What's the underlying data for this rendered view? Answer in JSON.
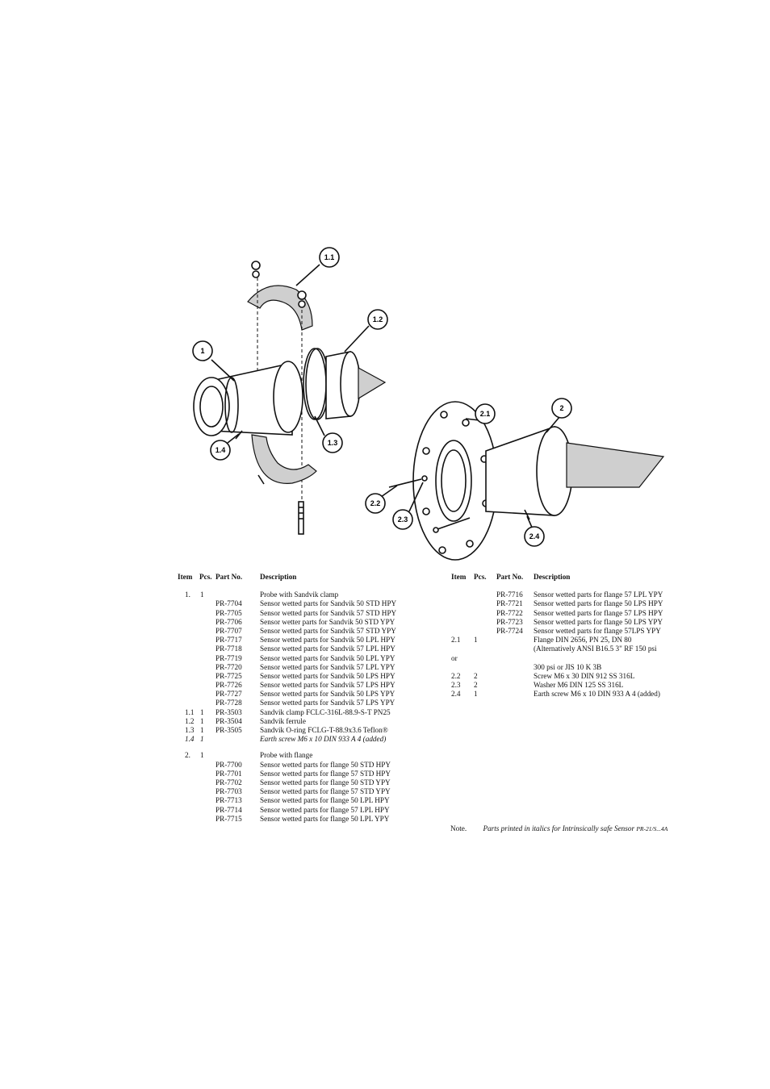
{
  "callouts": [
    "1",
    "1.1",
    "1.2",
    "1.3",
    "1.4",
    "2",
    "2.1",
    "2.2",
    "2.3",
    "2.4"
  ],
  "headers": {
    "item": "Item",
    "pcs": "Pcs.",
    "part": "Part No.",
    "description": "Description"
  },
  "left_rows": [
    {
      "item": "1.",
      "pcs": "1",
      "part": "",
      "desc": "Probe with Sandvik clamp",
      "italic": false
    },
    {
      "item": "",
      "pcs": "",
      "part": "PR-7704",
      "desc": "Sensor wetted parts for Sandvik 50 STD HPY",
      "italic": false
    },
    {
      "item": "",
      "pcs": "",
      "part": "PR-7705",
      "desc": "Sensor wetted parts for Sandvik 57 STD HPY",
      "italic": false
    },
    {
      "item": "",
      "pcs": "",
      "part": "PR-7706",
      "desc": "Sensor wetter parts for Sandvik 50 STD YPY",
      "italic": false
    },
    {
      "item": "",
      "pcs": "",
      "part": "PR-7707",
      "desc": "Sensor wetted parts for Sandvik 57 STD YPY",
      "italic": false
    },
    {
      "item": "",
      "pcs": "",
      "part": "PR-7717",
      "desc": "Sensor wetted parts for Sandvik 50 LPL HPY",
      "italic": false
    },
    {
      "item": "",
      "pcs": "",
      "part": "PR-7718",
      "desc": "Sensor wetted parts for Sandvik 57 LPL HPY",
      "italic": false
    },
    {
      "item": "",
      "pcs": "",
      "part": "PR-7719",
      "desc": "Sensor wetted parts for Sandvik 50 LPL YPY",
      "italic": false
    },
    {
      "item": "",
      "pcs": "",
      "part": "PR-7720",
      "desc": "Sensor wetted parts for Sandvik 57 LPL YPY",
      "italic": false
    },
    {
      "item": "",
      "pcs": "",
      "part": "PR-7725",
      "desc": "Sensor wetted parts for Sandvik 50 LPS HPY",
      "italic": false
    },
    {
      "item": "",
      "pcs": "",
      "part": "PR-7726",
      "desc": "Sensor wetted parts for Sandvik 57 LPS HPY",
      "italic": false
    },
    {
      "item": "",
      "pcs": "",
      "part": "PR-7727",
      "desc": "Sensor wetted parts for Sandvik 50 LPS YPY",
      "italic": false
    },
    {
      "item": "",
      "pcs": "",
      "part": "PR-7728",
      "desc": "Sensor wetted parts for Sandvik 57 LPS YPY",
      "italic": false
    },
    {
      "item": "1.1",
      "pcs": "1",
      "part": "PR-3503",
      "desc": "Sandvik clamp FCLC-316L-88.9-S-T PN25",
      "italic": false
    },
    {
      "item": "1.2",
      "pcs": "1",
      "part": "PR-3504",
      "desc": "Sandvik ferrule",
      "italic": false
    },
    {
      "item": "1.3",
      "pcs": "1",
      "part": "PR-3505",
      "desc": "Sandvik O-ring FCLG-T-88.9x3.6 Teflon®",
      "italic": false
    },
    {
      "item": "1.4",
      "pcs": "1",
      "part": "",
      "desc": "Earth screw M6 x 10 DIN 933 A 4 (added)",
      "italic": true
    },
    {
      "gap": true
    },
    {
      "item": "2.",
      "pcs": "1",
      "part": "",
      "desc": "Probe with flange",
      "italic": false
    },
    {
      "item": "",
      "pcs": "",
      "part": "PR-7700",
      "desc": "Sensor wetted parts for flange 50 STD HPY",
      "italic": false
    },
    {
      "item": "",
      "pcs": "",
      "part": "PR-7701",
      "desc": "Sensor wetted parts for flange 57 STD HPY",
      "italic": false
    },
    {
      "item": "",
      "pcs": "",
      "part": "PR-7702",
      "desc": "Sensor wetted parts for flange 50 STD YPY",
      "italic": false
    },
    {
      "item": "",
      "pcs": "",
      "part": "PR-7703",
      "desc": "Sensor wetted parts for flange 57 STD YPY",
      "italic": false
    },
    {
      "item": "",
      "pcs": "",
      "part": "PR-7713",
      "desc": "Sensor wetted parts for flange 50 LPL HPY",
      "italic": false
    },
    {
      "item": "",
      "pcs": "",
      "part": "PR-7714",
      "desc": "Sensor wetted parts for flange 57 LPL HPY",
      "italic": false
    },
    {
      "item": "",
      "pcs": "",
      "part": "PR-7715",
      "desc": "Sensor wetted parts for flange 50 LPL YPY",
      "italic": false
    }
  ],
  "right_rows": [
    {
      "item": "",
      "pcs": "",
      "part": "PR-7716",
      "desc": "Sensor wetted parts for flange 57 LPL YPY"
    },
    {
      "item": "",
      "pcs": "",
      "part": "PR-7721",
      "desc": "Sensor wetted parts for flange 50 LPS HPY"
    },
    {
      "item": "",
      "pcs": "",
      "part": "PR-7722",
      "desc": "Sensor wetted parts for flange 57 LPS HPY"
    },
    {
      "item": "",
      "pcs": "",
      "part": "PR-7723",
      "desc": "Sensor wetted parts for flange 50 LPS YPY"
    },
    {
      "item": "",
      "pcs": "",
      "part": "PR-7724",
      "desc": "Sensor wetted parts for flange 57LPS YPY"
    },
    {
      "item": "2.1",
      "pcs": "1",
      "part": "",
      "desc": "Flange DIN 2656, PN 25, DN 80"
    },
    {
      "item": "",
      "pcs": "",
      "part": "",
      "desc": "(Alternatively ANSI B16.5 3\" RF 150 psi"
    },
    {
      "item": "or",
      "pcs": "",
      "part": "",
      "desc": ""
    },
    {
      "item": "",
      "pcs": "",
      "part": "",
      "desc": "300 psi or JIS 10 K 3B"
    },
    {
      "item": "2.2",
      "pcs": "2",
      "part": "",
      "desc": "Screw M6 x 30 DIN 912 SS 316L"
    },
    {
      "item": "2.3",
      "pcs": "2",
      "part": "",
      "desc": "Washer M6 DIN 125 SS 316L"
    },
    {
      "item": "2.4",
      "pcs": "1",
      "part": "",
      "desc": "Earth screw M6 x 10 DIN 933 A 4 (added)"
    }
  ],
  "note": {
    "label": "Note.",
    "text": "Parts printed in italics for Intrinsically safe Sensor",
    "ref": "PR-21/S...4A"
  }
}
